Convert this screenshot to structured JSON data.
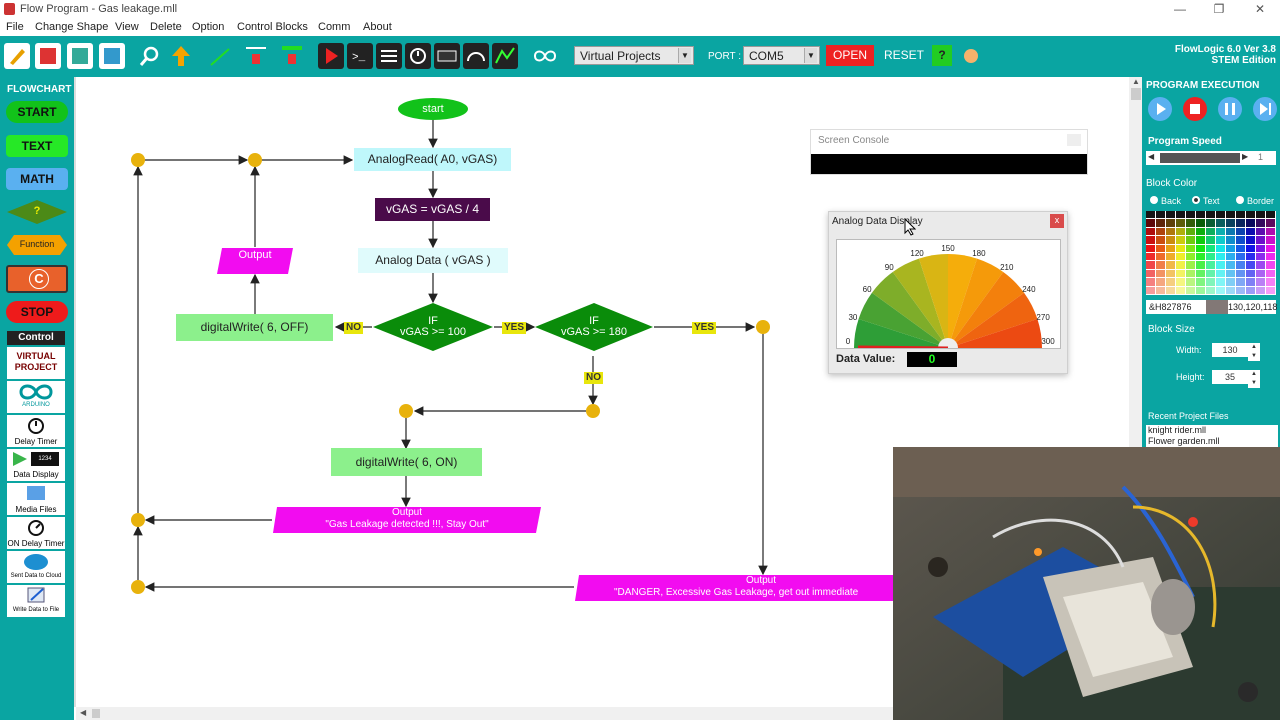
{
  "window": {
    "title": "Flow Program - Gas leakage.mll"
  },
  "menu": [
    "File",
    "Change Shape",
    "View",
    "Delete",
    "Option",
    "Control Blocks",
    "Comm",
    "About"
  ],
  "toolbar": {
    "project_select": "Virtual Projects",
    "port_label": "PORT :",
    "port_select": "COM5",
    "open": "OPEN",
    "reset": "RESET",
    "help": "?",
    "brand": "FlowLogic 6.0 Ver 3.8",
    "edition": "STEM Edition"
  },
  "sidebar": {
    "header": "FLOWCHART",
    "start": "START",
    "text": "TEXT",
    "math": "MATH",
    "question": "?",
    "function": "Function",
    "c": "C",
    "stop": "STOP",
    "control": "Control",
    "tools": {
      "virtual": "VIRTUAL\nPROJECT",
      "arduino": "ARDUINO",
      "delay": "Delay Timer",
      "display": "Data Display",
      "display_icon": "1234",
      "media": "Media Files",
      "ondelay": "ON Delay Timer",
      "cloud": "Sent Data to Cloud",
      "file": "Write Data to File"
    }
  },
  "flow": {
    "start": "start",
    "analog_read": "AnalogRead( A0, vGAS)",
    "assign": "vGAS = vGAS / 4",
    "analog_data": "Analog Data ( vGAS )",
    "if1_line1": "IF",
    "if1_line2": "vGAS >= 100",
    "if2_line1": "IF",
    "if2_line2": "vGAS >= 180",
    "dw_off": "digitalWrite( 6, OFF)",
    "dw_on": "digitalWrite( 6, ON)",
    "output_small": "Output",
    "out2_title": "Output",
    "out2_text": "\"Gas Leakage  detected !!!, Stay Out\"",
    "out3_title": "Output",
    "out3_text": "\"DANGER, Excessive Gas Leakage, get out immediate",
    "yes": "YES",
    "no": "NO"
  },
  "console": {
    "title": "Screen Console"
  },
  "gauge": {
    "title": "Analog Data Display",
    "close": "x",
    "ticks": [
      "0",
      "30",
      "60",
      "90",
      "120",
      "150",
      "180",
      "210",
      "240",
      "270",
      "300"
    ],
    "value_label": "Data Value:",
    "value": "0"
  },
  "right": {
    "exec": "PROGRAM EXECUTION",
    "speed": "Program Speed",
    "speed_value": "1",
    "block_color": "Block Color",
    "back": "Back",
    "text": "Text",
    "border": "Border",
    "hex": "&H827876",
    "rgb": "130,120,118",
    "block_size": "Block Size",
    "width_label": "Width:",
    "width": "130",
    "height_label": "Height:",
    "height": "35",
    "recent": "Recent Project Files",
    "files": [
      "knight rider.mll",
      "Flower garden.mll"
    ]
  },
  "colors": {
    "teal": "#0aa5a2",
    "flow_green": "#0a8c0a",
    "cyan": "#bff7fb",
    "magenta": "#f20cf0",
    "purple": "#4a0b4a",
    "light_green": "#8cf08c"
  }
}
